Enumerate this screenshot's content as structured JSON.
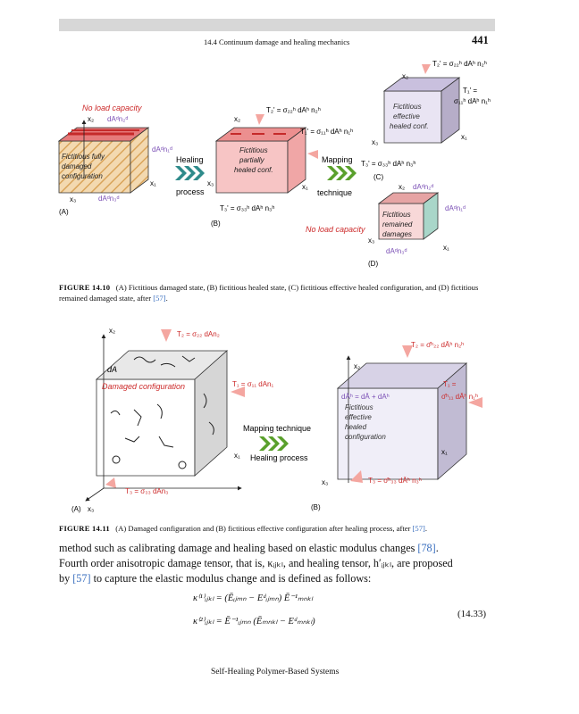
{
  "header": {
    "running_title": "14.4 Continuum damage and healing mechanics",
    "page_number": "441"
  },
  "figure_10": {
    "a": {
      "no_load": "No load capacity",
      "label_text": [
        "Fictitious fully",
        "damaged",
        "configuration"
      ],
      "dA_top": "dAᵈn₂ᵈ",
      "dA_right": "dAᵈn₁ᵈ",
      "dA_bottom": "dAᵈn₃ᵈ",
      "x1": "x₁",
      "x2": "x₂",
      "x3": "x₃",
      "panel": "(A)"
    },
    "healing": [
      "Healing",
      "process"
    ],
    "b": {
      "label_text": [
        "Fictitious",
        "partially",
        "healed conf."
      ],
      "T2": "T₂' = σ₂₂ʰ dAʰ n₂ʰ",
      "T1": "T₁' = σ₁₁ʰ dAʰ n₁ʰ",
      "T3": "T₃' = σ₃₃ʰ dAʰ n₃ʰ",
      "x1": "x₁",
      "x2": "x₂",
      "x3": "x₃",
      "panel": "(B)"
    },
    "mapping": [
      "Mapping",
      "technique"
    ],
    "c": {
      "label_text": [
        "Fictitious",
        "effective",
        "healed conf."
      ],
      "T2": "T₂' = σ₂₂ʰ dAʰ n₂ʰ",
      "T1a": "T₁' =",
      "T1b": "σ₁₁ʰ dAʰ n₁ʰ",
      "T3": "T₃' = σ₃₃ʰ dAʰ n₃ʰ",
      "x1": "x₁",
      "x2": "x₂",
      "x3": "x₃",
      "panel": "(C)"
    },
    "d": {
      "label_text": [
        "Fictitious",
        "remained",
        "damages"
      ],
      "no_load": "No load capacity",
      "dA_top": "dAᵈn₂ᵈ",
      "dA_right": "dAᵈn₁ᵈ",
      "dA_bottom": "dAᵈn₃ᵈ",
      "x1": "x₁",
      "x2": "x₂",
      "x3": "x₃",
      "panel": "(D)"
    }
  },
  "caption_10": {
    "label": "FIGURE 14.10",
    "text": "(A) Fictitious damaged state, (B) fictitious healed state, (C) fictitious effective healed configuration, and (D) fictitious remained damaged state, after",
    "ref": "[57]",
    "end": "."
  },
  "figure_11": {
    "a": {
      "dA": "dA",
      "label": "Damaged configuration",
      "T2": "T₂ = σ₂₂ dAn₂",
      "T1": "T₁ = σ₁₁ dAn₁",
      "T3": "T₃ = σ₃₃ dAn₃",
      "x1": "x₁",
      "x2": "x₂",
      "x3": "x₃",
      "panel": "(A)"
    },
    "mapping": "Mapping technique",
    "healing": "Healing process",
    "b": {
      "dA": "dĀʰ = dĀ + dAʰ",
      "label_text": [
        "Fictitious",
        "effective",
        "healed",
        "configuration"
      ],
      "T2": "T₂ = σ̄ʰ₂₂ dĀʰ n₂ʰ",
      "T1a": "T₁ =",
      "T1b": "σ̄ʰ₁₁ dĀʰ n₁ʰ",
      "T3": "T₃ = σ̄ʰ₃₃ dĀʰ n₃ʰ",
      "x1": "x₁",
      "x2": "x₂",
      "x3": "x₃",
      "panel": "(B)"
    }
  },
  "caption_11": {
    "label": "FIGURE 14.11",
    "text": "(A) Damaged configuration and (B) fictitious effective configuration after healing process, after",
    "ref": "[57]",
    "end": "."
  },
  "paragraph": {
    "l1a": "method such as calibrating damage and healing based on elastic modulus changes",
    "l1ref": "[78]",
    "l1b": ".",
    "l2": "Fourth order anisotropic damage tensor, that is, κᵢⱼₖₗ, and healing tensor, h′ᵢⱼₖₗ, are proposed",
    "l3a": "by",
    "l3ref": "[57]",
    "l3b": "to capture the elastic modulus change and is defined as follows:"
  },
  "equation": {
    "line1": "κ⁽¹⁾ᵢⱼₖₗ = (Ēᵢⱼₘₙ − Eᵈᵢⱼₘₙ) Ē⁻¹ₘₙₖₗ",
    "line2": "κ⁽²⁾ᵢⱼₖₗ = Ē⁻¹ᵢⱼₘₙ (Ēₘₙₖₗ − Eᵈₘₙₖₗ)",
    "number": "(14.33)"
  },
  "footer": "Self-Healing Polymer-Based Systems",
  "colors": {
    "damage_red": "#cc2a2a",
    "label_purple": "#7a4fb5",
    "healing_teal": "#2f8b8b",
    "arrow_salmon": "#f4a6a0"
  }
}
